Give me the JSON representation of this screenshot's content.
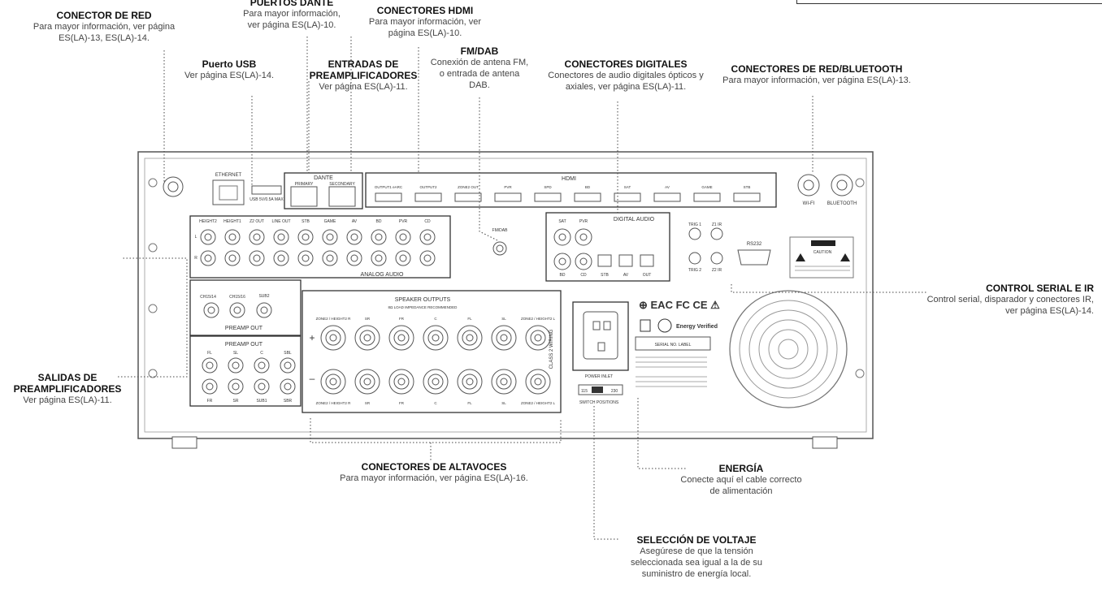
{
  "callouts": {
    "red": {
      "title": "CONECTOR DE RED",
      "text": "Para mayor información, ver página ES(LA)-13, ES(LA)-14."
    },
    "dante": {
      "title": "PUERTOS DANTE",
      "text": "Para mayor información, ver página ES(LA)-10."
    },
    "hdmi": {
      "title": "CONECTORES HDMI",
      "text": "Para mayor información, ver página ES(LA)-10."
    },
    "usb": {
      "title": "Puerto USB",
      "text": "Ver página ES(LA)-14."
    },
    "preamp_in": {
      "title": "ENTRADAS DE PREAMPLIFICADORES",
      "text": "Ver página ES(LA)-11."
    },
    "fmdab": {
      "title": "FM/DAB",
      "text": "Conexión de antena FM, o entrada de antena DAB."
    },
    "digital": {
      "title": "CONECTORES DIGITALES",
      "text": "Conectores de audio digitales ópticos y axiales, ver página ES(LA)-11."
    },
    "bt": {
      "title": "CONECTORES DE RED/BLUETOOTH",
      "text": "Para mayor información, ver página ES(LA)-13."
    },
    "serial": {
      "title": "CONTROL SERIAL E IR",
      "text": "Control serial, disparador y conectores IR, ver página ES(LA)-14."
    },
    "preamp_out": {
      "title": "SALIDAS DE PREAMPLIFICADORES",
      "text": "Ver página ES(LA)-11."
    },
    "speakers": {
      "title": "CONECTORES DE ALTAVOCES",
      "text": "Para mayor información, ver página ES(LA)-16."
    },
    "power": {
      "title": "ENERGÍA",
      "text": "Conecte aquí el cable correcto de alimentación"
    },
    "voltage": {
      "title": "SELECCIÓN DE VOLTAJE",
      "text": "Asegúrese de que la tensión seleccionada sea igual a la de su suministro de energía local."
    }
  },
  "panel": {
    "ethernet": "ETHERNET",
    "usb": "USB 5V/0.5A MAX",
    "dante": "DANTE",
    "primary": "PRIMARY",
    "secondary": "SECONDARY",
    "hdmi": "HDMI",
    "hdmi_ports": [
      "OUTPUT1 eARC",
      "OUTPUT2",
      "ZONE2 OUT",
      "PVR",
      "SPD",
      "BD",
      "SAT",
      "AV",
      "GAME",
      "STB"
    ],
    "wifi": "WI-FI",
    "bluetooth": "BLUETOOTH",
    "analog_audio": "ANALOG AUDIO",
    "analog_top": [
      "HEIGHT2",
      "HEIGHT1",
      "Z2 OUT",
      "LINE OUT",
      "STB",
      "GAME",
      "AV",
      "BD",
      "PVR",
      "CD"
    ],
    "digital_audio": "DIGITAL AUDIO",
    "digital_top": [
      "SAT",
      "PVR"
    ],
    "digital_bottom": [
      "BD",
      "CD",
      "STB",
      "AV",
      "OUT"
    ],
    "fm_dab": "FM/DAB",
    "trig1": "TRIG 1",
    "trig2": "TRIG 2",
    "z1ir": "Z1 IR",
    "z2ir": "Z2 IR",
    "rs232": "RS232",
    "preamp_out": "PREAMP OUT",
    "sub2": "SUB2",
    "ch": [
      "CH15/14",
      "CH15/16"
    ],
    "preamp_out_top": [
      "FL",
      "SL",
      "C",
      "SBL"
    ],
    "preamp_out_bottom": [
      "FR",
      "SR",
      "SUB1",
      "SBR"
    ],
    "speaker_outputs": "SPEAKER OUTPUTS",
    "speaker_sub": "8Ω LOAD IMPEDANCE RECOMMENDED",
    "speaker_labels": [
      "ZONE2 / HEIGHT2 R",
      "SR",
      "FR",
      "C",
      "FL",
      "SL",
      "ZONE2 / HEIGHT2 L"
    ],
    "class2": "CLASS 2 WIRING",
    "serial_label": "SERIAL NO. LABEL",
    "energy": "Energy Verified",
    "caution": "CAUTION",
    "power_inlet": "POWER INLET",
    "switch_pos": "SWITCH POSITIONS",
    "v115": "115",
    "v230": "230",
    "lr": [
      "L",
      "R"
    ]
  }
}
